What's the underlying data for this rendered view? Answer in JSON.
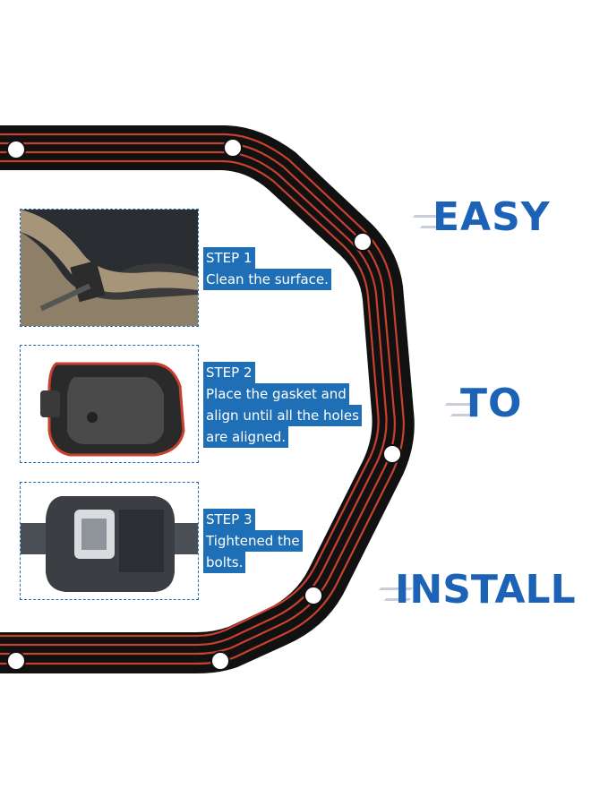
{
  "headline": {
    "word1": "EASY",
    "word2": "TO",
    "word3": "INSTALL"
  },
  "steps": [
    {
      "label": "STEP 1",
      "lines": [
        "Clean the surface."
      ]
    },
    {
      "label": "STEP 2",
      "lines": [
        "Place the gasket and",
        "align until all the holes",
        "are aligned."
      ]
    },
    {
      "label": "STEP 3",
      "lines": [
        "Tightened the",
        "bolts."
      ]
    }
  ],
  "colors": {
    "accent": "#1f6fb7",
    "headline": "#1c63b7",
    "gasket_black": "#111111",
    "gasket_red": "#c8402e"
  }
}
